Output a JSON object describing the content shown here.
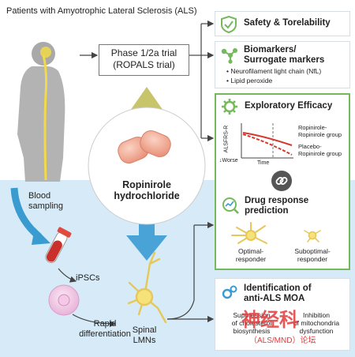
{
  "colors": {
    "green": "#74b95a",
    "blue": "#3a9bd0",
    "blue_bg": "#d6ebf7",
    "gold": "#c7c46a",
    "red": "#d23a2e",
    "watermark": "#e23b3b"
  },
  "patients_label": "Patients with Amyotrophic Lateral Sclerosis (ALS)",
  "trial": {
    "line1": "Phase 1/2a trial",
    "line2": "(ROPALS trial)"
  },
  "drug": {
    "line1": "Ropinirole",
    "line2": "hydrochloride"
  },
  "blood": {
    "line1": "Blood",
    "line2": "sampling"
  },
  "ipscs_label": "iPSCs",
  "rapid": {
    "line1": "Rapid",
    "line2": "differentiation"
  },
  "spinal": {
    "line1": "Spinal",
    "line2": "LMNs"
  },
  "safety": {
    "title": "Safety & Torelability",
    "icon": "shield-check-icon"
  },
  "biomarkers": {
    "title1": "Biomarkers/",
    "title2": "Surrogate markers",
    "items": [
      "Neurofilament light chain (NfL)",
      "Lipid peroxide"
    ],
    "icon": "molecule-icon"
  },
  "efficacy": {
    "title": "Exploratory Efficacy",
    "icon": "gear-icon",
    "ylabel": "ALSFRS-R",
    "worse": "Worse",
    "xlabel": "Time",
    "legend1": {
      "line1": "Ropinirole-",
      "line2": "Ropinirole group"
    },
    "legend2": {
      "line1": "Placebo-",
      "line2": "Ropinirole group"
    }
  },
  "drug_response": {
    "title1": "Drug response",
    "title2": "prediction",
    "icon": "trend-magnifier-icon"
  },
  "responders": [
    {
      "line1": "Optimal-",
      "line2": "responder"
    },
    {
      "line1": "Suboptimal-",
      "line2": "responder"
    }
  ],
  "moa": {
    "title1": "Identification of",
    "title2": "anti-ALS MOA",
    "icon": "gears-icon",
    "col1": {
      "line1": "Suppression",
      "line2": "of cholesterol",
      "line3": "biosynthesis"
    },
    "col2": {
      "line1": "Inhibition",
      "line2": "of mitochondria",
      "line3": "dysfunction"
    }
  },
  "watermark": {
    "line1": "神经科",
    "line2": "（ALS/MND）论坛"
  }
}
